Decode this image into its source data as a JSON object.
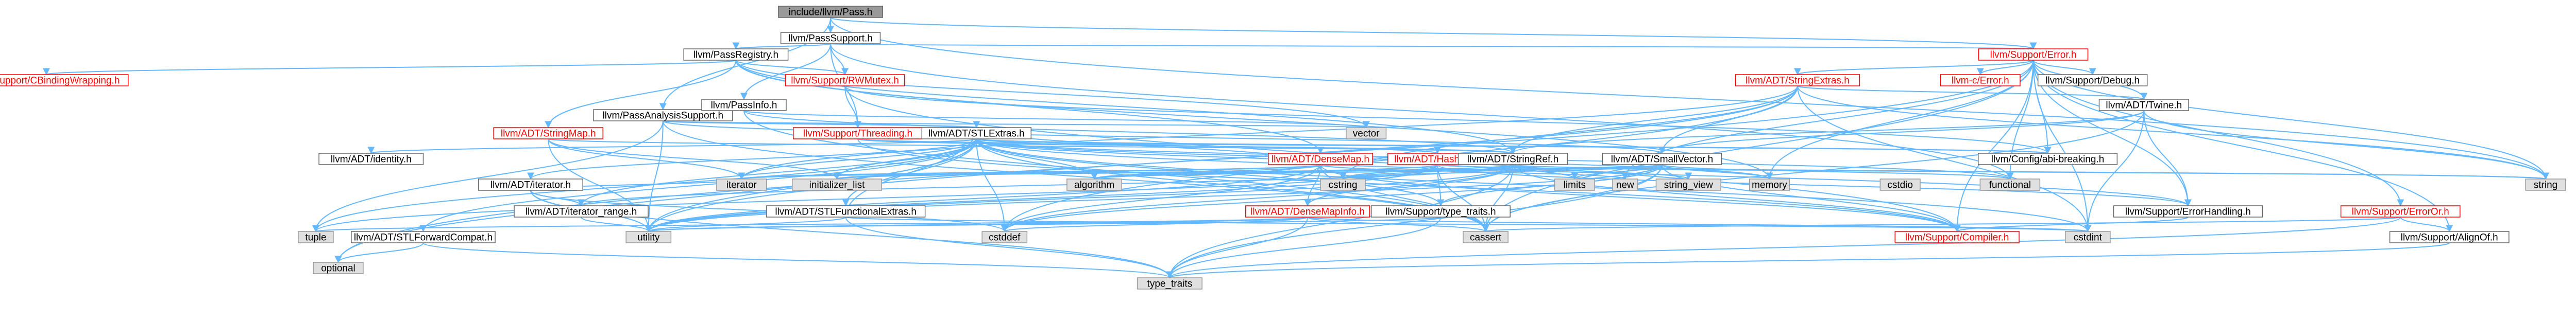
{
  "colors": {
    "edge": "#63b8ff",
    "focus_fill": "#999999",
    "internal_border": "#666666",
    "truncated_border": "#ff0000",
    "system_fill": "#e0e0e0"
  },
  "nodes": [
    {
      "id": "pass",
      "label": "include/llvm/Pass.h",
      "kind": "focus"
    },
    {
      "id": "passsupport",
      "label": "llvm/PassSupport.h",
      "kind": "internal"
    },
    {
      "id": "passregistry",
      "label": "llvm/PassRegistry.h",
      "kind": "internal"
    },
    {
      "id": "passanalysis",
      "label": "llvm/PassAnalysisSupport.h",
      "kind": "internal"
    },
    {
      "id": "passinfo",
      "label": "llvm/PassInfo.h",
      "kind": "internal"
    },
    {
      "id": "cbinding",
      "label": "llvm/Support/CBindingWrapping.h",
      "kind": "truncated"
    },
    {
      "id": "rwmutex",
      "label": "llvm/Support/RWMutex.h",
      "kind": "truncated"
    },
    {
      "id": "threading",
      "label": "llvm/Support/Threading.h",
      "kind": "truncated"
    },
    {
      "id": "error",
      "label": "llvm/Support/Error.h",
      "kind": "truncated"
    },
    {
      "id": "stringextras",
      "label": "llvm/ADT/StringExtras.h",
      "kind": "truncated"
    },
    {
      "id": "cerror",
      "label": "llvm-c/Error.h",
      "kind": "truncated"
    },
    {
      "id": "debug",
      "label": "llvm/Support/Debug.h",
      "kind": "internal"
    },
    {
      "id": "twine",
      "label": "llvm/ADT/Twine.h",
      "kind": "internal"
    },
    {
      "id": "stringmap",
      "label": "llvm/ADT/StringMap.h",
      "kind": "truncated"
    },
    {
      "id": "stlextras",
      "label": "llvm/ADT/STLExtras.h",
      "kind": "internal"
    },
    {
      "id": "densemap",
      "label": "llvm/ADT/DenseMap.h",
      "kind": "truncated"
    },
    {
      "id": "hashing",
      "label": "llvm/ADT/Hashing.h",
      "kind": "truncated"
    },
    {
      "id": "stringref",
      "label": "llvm/ADT/StringRef.h",
      "kind": "internal"
    },
    {
      "id": "smallvector",
      "label": "llvm/ADT/SmallVector.h",
      "kind": "internal"
    },
    {
      "id": "configabi",
      "label": "llvm/Config/abi-breaking.h",
      "kind": "internal"
    },
    {
      "id": "identity",
      "label": "llvm/ADT/identity.h",
      "kind": "internal"
    },
    {
      "id": "adtiterator",
      "label": "llvm/ADT/iterator.h",
      "kind": "internal"
    },
    {
      "id": "iteratorrange",
      "label": "llvm/ADT/iterator_range.h",
      "kind": "internal"
    },
    {
      "id": "stlfunc",
      "label": "llvm/ADT/STLFunctionalExtras.h",
      "kind": "internal"
    },
    {
      "id": "stlforward",
      "label": "llvm/ADT/STLForwardCompat.h",
      "kind": "internal"
    },
    {
      "id": "densemapinfo",
      "label": "llvm/ADT/DenseMapInfo.h",
      "kind": "truncated"
    },
    {
      "id": "typetraitsh",
      "label": "llvm/Support/type_traits.h",
      "kind": "internal"
    },
    {
      "id": "errorhandling",
      "label": "llvm/Support/ErrorHandling.h",
      "kind": "internal"
    },
    {
      "id": "erroror",
      "label": "llvm/Support/ErrorOr.h",
      "kind": "truncated"
    },
    {
      "id": "compiler",
      "label": "llvm/Support/Compiler.h",
      "kind": "truncated"
    },
    {
      "id": "alignof",
      "label": "llvm/Support/AlignOf.h",
      "kind": "internal"
    },
    {
      "id": "vector",
      "label": "vector",
      "kind": "system"
    },
    {
      "id": "string",
      "label": "string",
      "kind": "system"
    },
    {
      "id": "functional",
      "label": "functional",
      "kind": "system"
    },
    {
      "id": "cstdio",
      "label": "cstdio",
      "kind": "system"
    },
    {
      "id": "memory",
      "label": "memory",
      "kind": "system"
    },
    {
      "id": "iterator",
      "label": "iterator",
      "kind": "system"
    },
    {
      "id": "initlist",
      "label": "initializer_list",
      "kind": "system"
    },
    {
      "id": "algorithm",
      "label": "algorithm",
      "kind": "system"
    },
    {
      "id": "cstring",
      "label": "cstring",
      "kind": "system"
    },
    {
      "id": "limits",
      "label": "limits",
      "kind": "system"
    },
    {
      "id": "new",
      "label": "new",
      "kind": "system"
    },
    {
      "id": "stringview",
      "label": "string_view",
      "kind": "system"
    },
    {
      "id": "tuple",
      "label": "tuple",
      "kind": "system"
    },
    {
      "id": "utility",
      "label": "utility",
      "kind": "system"
    },
    {
      "id": "cstddef",
      "label": "cstddef",
      "kind": "system"
    },
    {
      "id": "cassert",
      "label": "cassert",
      "kind": "system"
    },
    {
      "id": "cstdint",
      "label": "cstdint",
      "kind": "system"
    },
    {
      "id": "optional",
      "label": "optional",
      "kind": "system"
    },
    {
      "id": "typetraits",
      "label": "type_traits",
      "kind": "system"
    }
  ],
  "edges": [
    [
      "pass",
      "passsupport"
    ],
    [
      "pass",
      "passanalysis"
    ],
    [
      "pass",
      "error"
    ],
    [
      "pass",
      "string"
    ],
    [
      "passsupport",
      "passregistry"
    ],
    [
      "passsupport",
      "passinfo"
    ],
    [
      "passsupport",
      "error"
    ],
    [
      "passsupport",
      "threading"
    ],
    [
      "passsupport",
      "rwmutex"
    ],
    [
      "passsupport",
      "functional"
    ],
    [
      "passregistry",
      "cbinding"
    ],
    [
      "passregistry",
      "rwmutex"
    ],
    [
      "passregistry",
      "stringmap"
    ],
    [
      "passregistry",
      "densemap"
    ],
    [
      "passregistry",
      "stringref"
    ],
    [
      "passregistry",
      "vector"
    ],
    [
      "passregistry",
      "memory"
    ],
    [
      "passanalysis",
      "stlextras"
    ],
    [
      "passanalysis",
      "smallvector"
    ],
    [
      "passanalysis",
      "vector"
    ],
    [
      "passanalysis",
      "cassert"
    ],
    [
      "passanalysis",
      "utility"
    ],
    [
      "passanalysis",
      "tuple"
    ],
    [
      "passinfo",
      "vector"
    ],
    [
      "passinfo",
      "stringref"
    ],
    [
      "passinfo",
      "cassert"
    ],
    [
      "rwmutex",
      "threading"
    ],
    [
      "rwmutex",
      "configabi"
    ],
    [
      "rwmutex",
      "compiler"
    ],
    [
      "threading",
      "stringref"
    ],
    [
      "threading",
      "configabi"
    ],
    [
      "threading",
      "compiler"
    ],
    [
      "error",
      "stringextras"
    ],
    [
      "error",
      "cerror"
    ],
    [
      "error",
      "debug"
    ],
    [
      "error",
      "twine"
    ],
    [
      "error",
      "errorhandling"
    ],
    [
      "error",
      "erroror"
    ],
    [
      "error",
      "configabi"
    ],
    [
      "error",
      "compiler"
    ],
    [
      "error",
      "alignof"
    ],
    [
      "error",
      "string"
    ],
    [
      "error",
      "memory"
    ],
    [
      "error",
      "cstdint"
    ],
    [
      "error",
      "cassert"
    ],
    [
      "error",
      "functional"
    ],
    [
      "error",
      "optional"
    ],
    [
      "error",
      "new"
    ],
    [
      "stringextras",
      "stringref"
    ],
    [
      "stringextras",
      "smallvector"
    ],
    [
      "stringextras",
      "twine"
    ],
    [
      "stringextras",
      "cstring"
    ],
    [
      "stringextras",
      "string"
    ],
    [
      "stringextras",
      "utility"
    ],
    [
      "stringextras",
      "iterator"
    ],
    [
      "stringextras",
      "cstddef"
    ],
    [
      "stringextras",
      "cstdint"
    ],
    [
      "twine",
      "smallvector"
    ],
    [
      "twine",
      "stringref"
    ],
    [
      "twine",
      "errorhandling"
    ],
    [
      "twine",
      "string"
    ],
    [
      "twine",
      "cassert"
    ],
    [
      "twine",
      "cstdint"
    ],
    [
      "stringmap",
      "stringref"
    ],
    [
      "stringmap",
      "iterator"
    ],
    [
      "stringmap",
      "initlist"
    ],
    [
      "stringmap",
      "utility"
    ],
    [
      "stlextras",
      "identity"
    ],
    [
      "stlextras",
      "adtiterator"
    ],
    [
      "stlextras",
      "iteratorrange"
    ],
    [
      "stlextras",
      "stlfunc"
    ],
    [
      "stlextras",
      "stlforward"
    ],
    [
      "stlextras",
      "hashing"
    ],
    [
      "stlextras",
      "typetraitsh"
    ],
    [
      "stlextras",
      "configabi"
    ],
    [
      "stlextras",
      "errorhandling"
    ],
    [
      "stlextras",
      "algorithm"
    ],
    [
      "stlextras",
      "cassert"
    ],
    [
      "stlextras",
      "cstddef"
    ],
    [
      "stlextras",
      "cstdint"
    ],
    [
      "stlextras",
      "functional"
    ],
    [
      "stlextras",
      "initlist"
    ],
    [
      "stlextras",
      "iterator"
    ],
    [
      "stlextras",
      "limits"
    ],
    [
      "stlextras",
      "memory"
    ],
    [
      "stlextras",
      "optional"
    ],
    [
      "stlextras",
      "tuple"
    ],
    [
      "stlextras",
      "utility"
    ],
    [
      "densemap",
      "densemapinfo"
    ],
    [
      "densemap",
      "stlextras"
    ],
    [
      "densemap",
      "compiler"
    ],
    [
      "densemap",
      "algorithm"
    ],
    [
      "densemap",
      "cassert"
    ],
    [
      "densemap",
      "cstddef"
    ],
    [
      "densemap",
      "initlist"
    ],
    [
      "densemap",
      "iterator"
    ],
    [
      "densemap",
      "new"
    ],
    [
      "densemap",
      "utility"
    ],
    [
      "hashing",
      "errorhandling"
    ],
    [
      "hashing",
      "typetraitsh"
    ],
    [
      "hashing",
      "algorithm"
    ],
    [
      "hashing",
      "cassert"
    ],
    [
      "hashing",
      "cstring"
    ],
    [
      "hashing",
      "string"
    ],
    [
      "hashing",
      "tuple"
    ],
    [
      "hashing",
      "utility"
    ],
    [
      "stringref",
      "densemapinfo"
    ],
    [
      "stringref",
      "iteratorrange"
    ],
    [
      "stringref",
      "compiler"
    ],
    [
      "stringref",
      "algorithm"
    ],
    [
      "stringref",
      "cassert"
    ],
    [
      "stringref",
      "cstddef"
    ],
    [
      "stringref",
      "cstring"
    ],
    [
      "stringref",
      "limits"
    ],
    [
      "stringref",
      "string"
    ],
    [
      "stringref",
      "stringview"
    ],
    [
      "stringref",
      "typetraits"
    ],
    [
      "stringref",
      "utility"
    ],
    [
      "smallvector",
      "compiler"
    ],
    [
      "smallvector",
      "typetraitsh"
    ],
    [
      "smallvector",
      "algorithm"
    ],
    [
      "smallvector",
      "cassert"
    ],
    [
      "smallvector",
      "cstddef"
    ],
    [
      "smallvector",
      "cstdlib"
    ],
    [
      "smallvector",
      "cstring"
    ],
    [
      "smallvector",
      "functional"
    ],
    [
      "smallvector",
      "initlist"
    ],
    [
      "smallvector",
      "iterator"
    ],
    [
      "smallvector",
      "limits"
    ],
    [
      "smallvector",
      "memory"
    ],
    [
      "smallvector",
      "new"
    ],
    [
      "smallvector",
      "typetraits"
    ],
    [
      "smallvector",
      "utility"
    ],
    [
      "adtiterator",
      "iteratorrange"
    ],
    [
      "adtiterator",
      "cstddef"
    ],
    [
      "adtiterator",
      "iterator"
    ],
    [
      "adtiterator",
      "typetraits"
    ],
    [
      "adtiterator",
      "utility"
    ],
    [
      "iteratorrange",
      "utility"
    ],
    [
      "stlfunc",
      "stlextras"
    ],
    [
      "stlfunc",
      "cstdint"
    ],
    [
      "stlfunc",
      "typetraits"
    ],
    [
      "stlfunc",
      "utility"
    ],
    [
      "stlforward",
      "optional"
    ],
    [
      "stlforward",
      "typetraits"
    ],
    [
      "densemapinfo",
      "cassert"
    ],
    [
      "densemapinfo",
      "cstddef"
    ],
    [
      "densemapinfo",
      "cstdint"
    ],
    [
      "densemapinfo",
      "tuple"
    ],
    [
      "densemapinfo",
      "typetraits"
    ],
    [
      "densemapinfo",
      "utility"
    ],
    [
      "typetraitsh",
      "utility"
    ],
    [
      "typetraitsh",
      "typetraits"
    ],
    [
      "errorhandling",
      "compiler"
    ],
    [
      "erroror",
      "alignof"
    ],
    [
      "erroror",
      "cassert"
    ],
    [
      "erroror",
      "typetraits"
    ],
    [
      "alignof",
      "typetraits"
    ]
  ]
}
